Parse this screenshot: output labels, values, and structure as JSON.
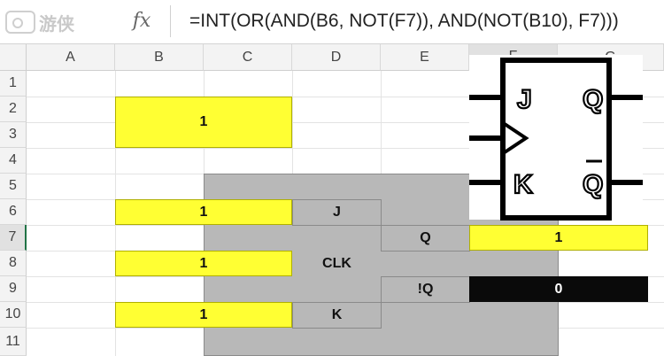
{
  "formula_bar": {
    "watermark": "游侠",
    "fx_label": "fx",
    "formula": "=INT(OR(AND(B6, NOT(F7)), AND(NOT(B10), F7)))"
  },
  "columns": [
    "A",
    "B",
    "C",
    "D",
    "E",
    "F",
    "G"
  ],
  "rows": [
    "1",
    "2",
    "3",
    "4",
    "5",
    "6",
    "7",
    "8",
    "9",
    "10",
    "11"
  ],
  "cells": {
    "b2": "1",
    "b6": "1",
    "b8": "1",
    "b10": "1",
    "d6": "J",
    "d8": "CLK",
    "d10": "K",
    "e7": "Q",
    "e9": "!Q",
    "f7": "1",
    "f9": "0"
  },
  "symbol": {
    "j": "J",
    "k": "K",
    "q": "Q",
    "qbar": "Q"
  },
  "colors": {
    "input_fill": "#ffff33",
    "block_fill": "#b8b8b8",
    "inverted_fill": "#0a0a0a",
    "selection": "#217346"
  }
}
